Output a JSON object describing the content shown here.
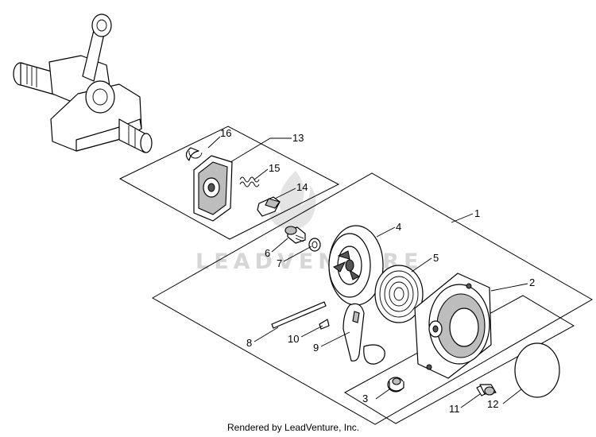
{
  "diagram": {
    "watermark": "LEADVENTURE",
    "footer": "Rendered by LeadVenture, Inc.",
    "callouts": {
      "c1": "1",
      "c2": "2",
      "c3": "3",
      "c4": "4",
      "c5": "5",
      "c6": "6",
      "c7": "7",
      "c8": "8",
      "c9": "9",
      "c10": "10",
      "c11": "11",
      "c12": "12",
      "c13": "13",
      "c14": "14",
      "c15": "15",
      "c16": "16"
    }
  }
}
